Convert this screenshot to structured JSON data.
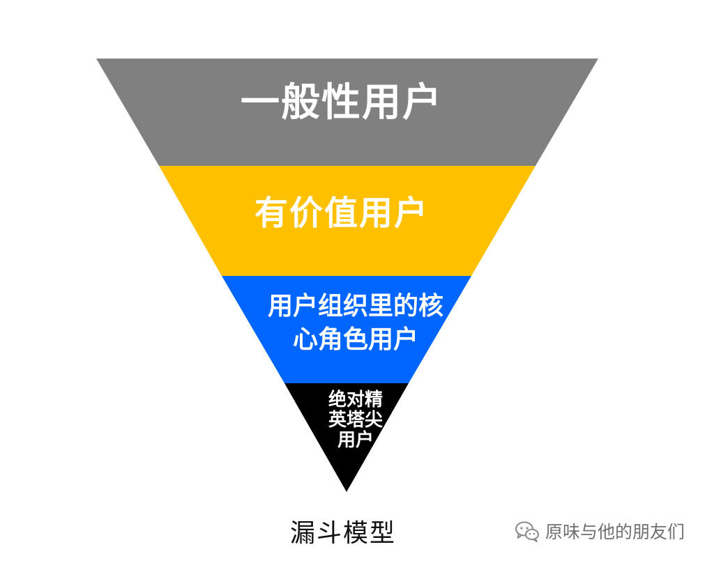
{
  "diagram": {
    "tiers": [
      {
        "lines": [
          "一般性用户"
        ],
        "color": "#808080"
      },
      {
        "lines": [
          "有价值用户"
        ],
        "color": "#FFC000"
      },
      {
        "lines": [
          "用户组织里的核",
          "心角色用户"
        ],
        "color": "#0066FF"
      },
      {
        "lines": [
          "绝对精",
          "英塔尖",
          "用户"
        ],
        "color": "#000000"
      }
    ],
    "caption": "漏斗模型"
  },
  "watermark": {
    "icon": "wechat-icon",
    "text": "原味与他的朋友们"
  }
}
